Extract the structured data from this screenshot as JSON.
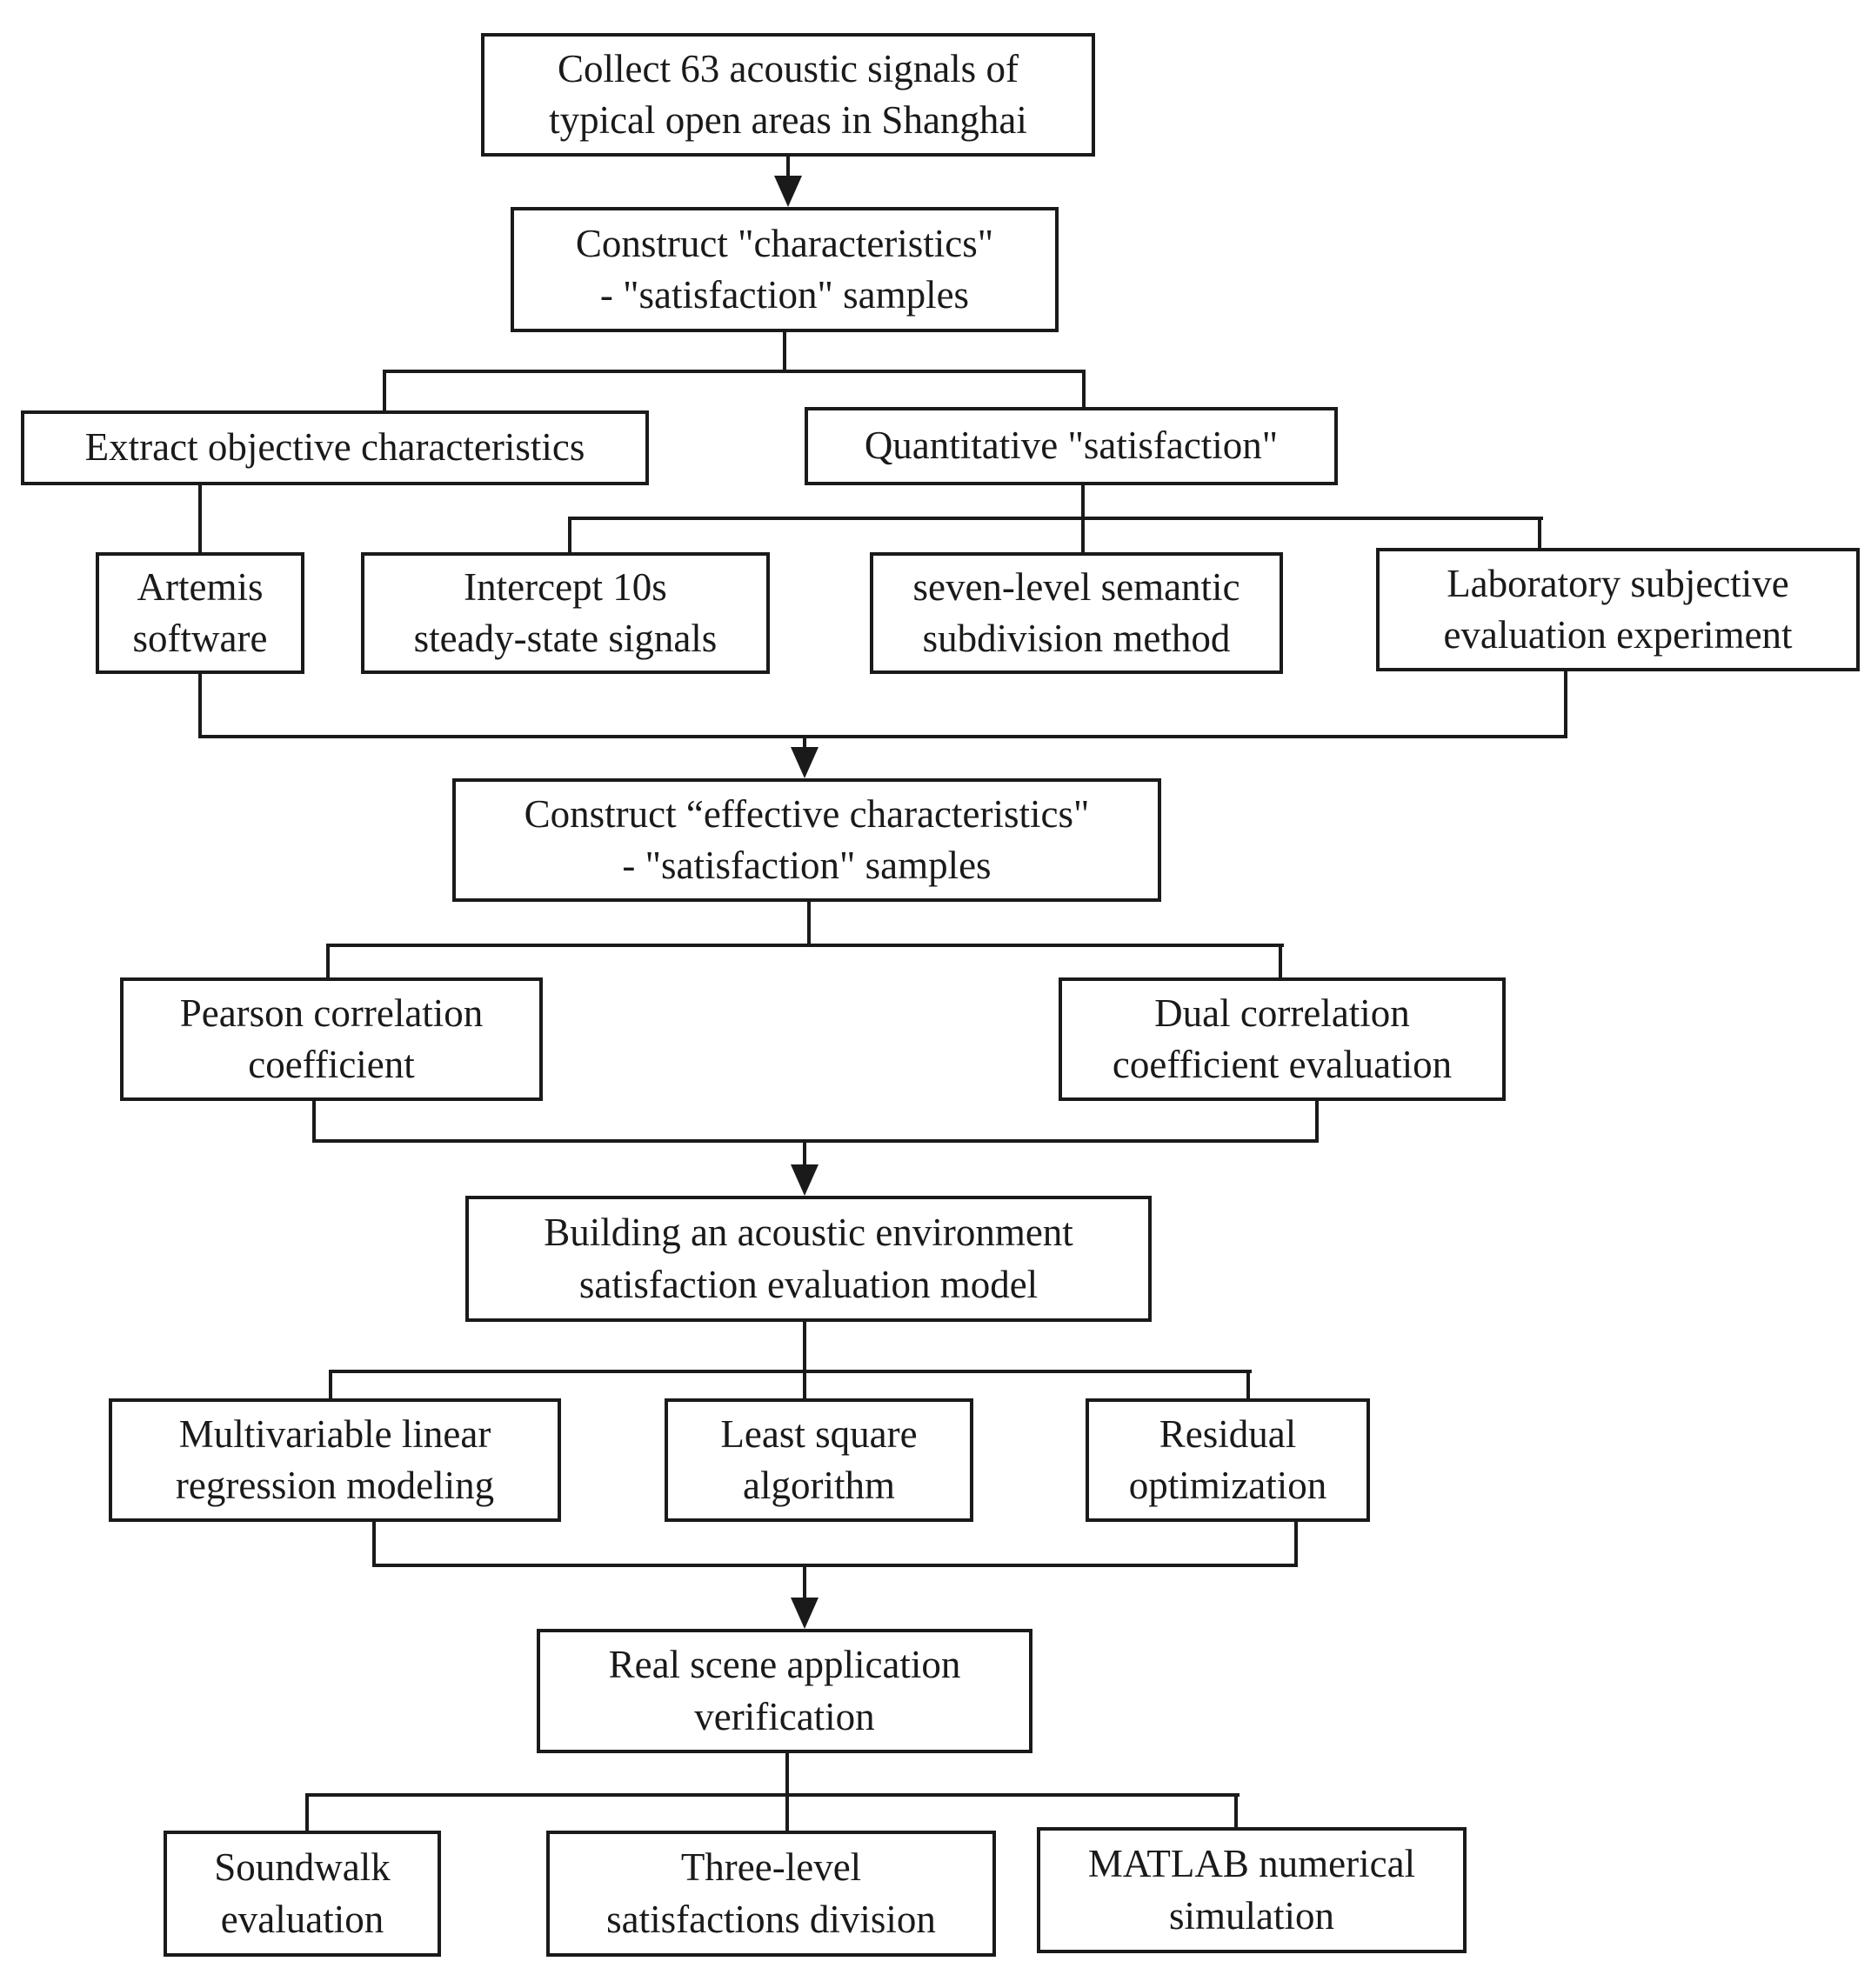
{
  "colors": {
    "line": "#1a1a1a",
    "background": "#ffffff"
  },
  "diagram": {
    "nodes": {
      "collect": {
        "label": "Collect 63 acoustic signals of\ntypical open areas in Shanghai"
      },
      "construct_samples": {
        "label": "Construct \"characteristics\"\n- \"satisfaction\" samples"
      },
      "extract": {
        "label": "Extract objective characteristics"
      },
      "quantitative": {
        "label": "Quantitative \"satisfaction\""
      },
      "artemis": {
        "label": "Artemis\nsoftware"
      },
      "intercept": {
        "label": "Intercept 10s\nsteady-state signals"
      },
      "semantic": {
        "label": "seven-level semantic\nsubdivision method"
      },
      "laboratory": {
        "label": "Laboratory subjective\nevaluation experiment"
      },
      "effective": {
        "label": "Construct “effective characteristics\"\n- \"satisfaction\" samples"
      },
      "pearson": {
        "label": "Pearson correlation\ncoefficient"
      },
      "dual": {
        "label": "Dual correlation\ncoefficient evaluation"
      },
      "building": {
        "label": "Building an acoustic environment\nsatisfaction evaluation model"
      },
      "multivariable": {
        "label": "Multivariable linear\nregression modeling"
      },
      "least_square": {
        "label": "Least square\nalgorithm"
      },
      "residual": {
        "label": "Residual\noptimization"
      },
      "real_scene": {
        "label": "Real scene application\nverification"
      },
      "soundwalk": {
        "label": "Soundwalk\nevaluation"
      },
      "three_level": {
        "label": "Three-level\nsatisfactions division"
      },
      "matlab": {
        "label": "MATLAB numerical\nsimulation"
      }
    },
    "edges": [
      {
        "from": "collect",
        "to": "construct_samples",
        "arrow": true
      },
      {
        "from": "construct_samples",
        "to": "extract",
        "arrow": false
      },
      {
        "from": "construct_samples",
        "to": "quantitative",
        "arrow": false
      },
      {
        "from": "extract",
        "to": "artemis",
        "arrow": false
      },
      {
        "from": "quantitative",
        "to": "intercept",
        "arrow": false
      },
      {
        "from": "quantitative",
        "to": "semantic",
        "arrow": false
      },
      {
        "from": "quantitative",
        "to": "laboratory",
        "arrow": false
      },
      {
        "from": "artemis+laboratory",
        "to": "effective",
        "arrow": true
      },
      {
        "from": "effective",
        "to": "pearson",
        "arrow": false
      },
      {
        "from": "effective",
        "to": "dual",
        "arrow": false
      },
      {
        "from": "pearson+dual",
        "to": "building",
        "arrow": true
      },
      {
        "from": "building",
        "to": "multivariable",
        "arrow": false
      },
      {
        "from": "building",
        "to": "least_square",
        "arrow": false
      },
      {
        "from": "building",
        "to": "residual",
        "arrow": false
      },
      {
        "from": "multivariable+residual",
        "to": "real_scene",
        "arrow": true
      },
      {
        "from": "real_scene",
        "to": "soundwalk",
        "arrow": false
      },
      {
        "from": "real_scene",
        "to": "three_level",
        "arrow": false
      },
      {
        "from": "real_scene",
        "to": "matlab",
        "arrow": false
      }
    ]
  }
}
